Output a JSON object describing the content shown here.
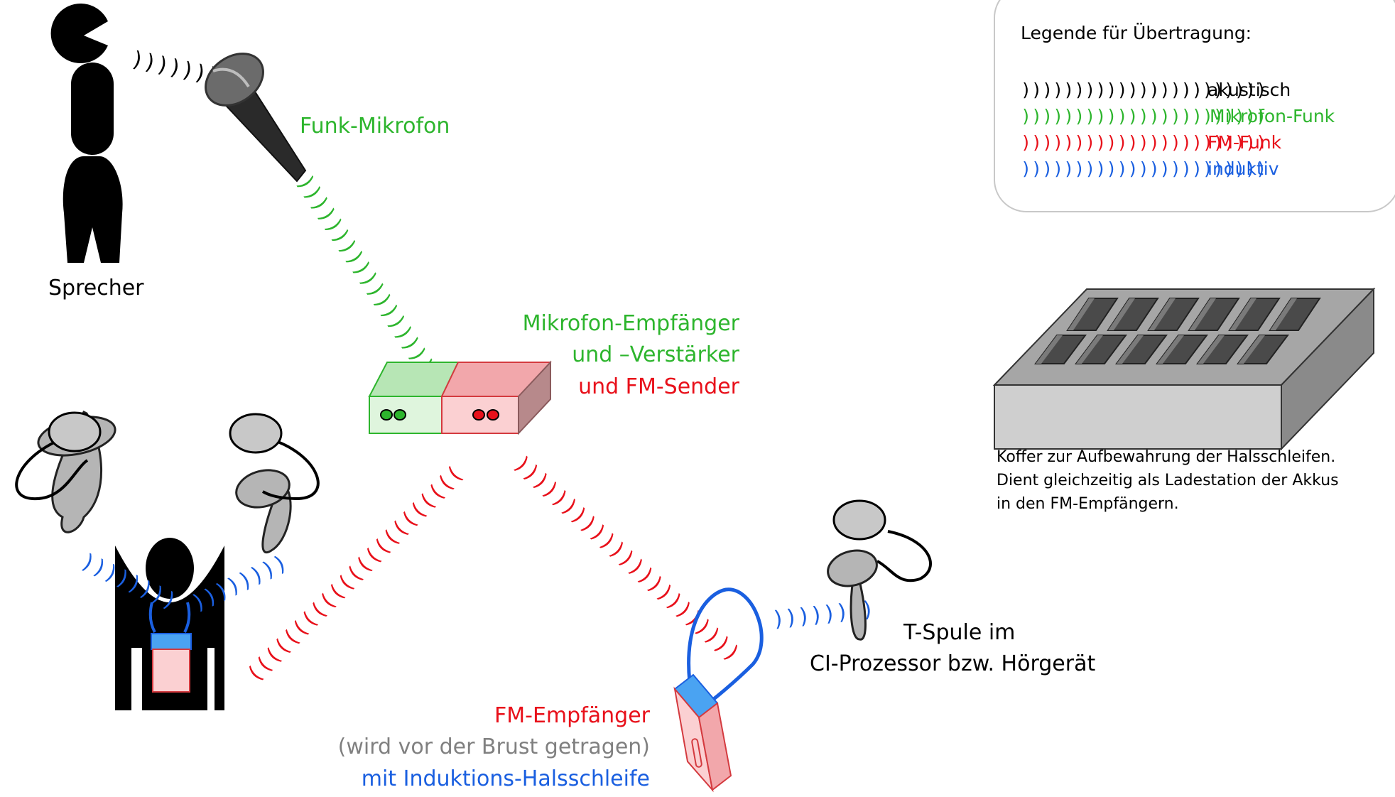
{
  "colors": {
    "acoustic": "#000000",
    "mic_radio": "#2db52d",
    "fm_radio": "#e8101a",
    "inductive": "#1a5fe0",
    "gray_label": "#808080"
  },
  "legend": {
    "title": "Legende für Übertragung:",
    "items": [
      {
        "waves": ")))))))))))))))))))))))",
        "label": "akustisch",
        "color": "#000000"
      },
      {
        "waves": ")))))))))))))))))))))))",
        "label": "Mikrofon-Funk",
        "color": "#2db52d"
      },
      {
        "waves": ")))))))))))))))))))))))",
        "label": "FM-Funk",
        "color": "#e8101a"
      },
      {
        "waves": ")))))))))))))))))))))))",
        "label": "induktiv",
        "color": "#1a5fe0"
      }
    ]
  },
  "labels": {
    "speaker": "Sprecher",
    "speech_waves": "))))))))",
    "microphone": "Funk-Mikrofon",
    "receiver_line1": "Mikrofon-Empfänger",
    "receiver_line2": "und –Verstärker",
    "receiver_line3": "und FM-Sender",
    "case_line1": "Koffer zur Aufbewahrung der Halsschleifen.",
    "case_line2": "Dient gleichzeitig als Ladestation der Akkus",
    "case_line3": "in den FM-Empfängern.",
    "tcoil_line1": "T-Spule im",
    "tcoil_line2": "CI-Prozessor bzw. Hörgerät",
    "fm_receiver_line1": "FM-Empfänger",
    "fm_receiver_line2": "(wird vor der Brust getragen)",
    "fm_receiver_line3": "mit Induktions-Halsschleife"
  }
}
